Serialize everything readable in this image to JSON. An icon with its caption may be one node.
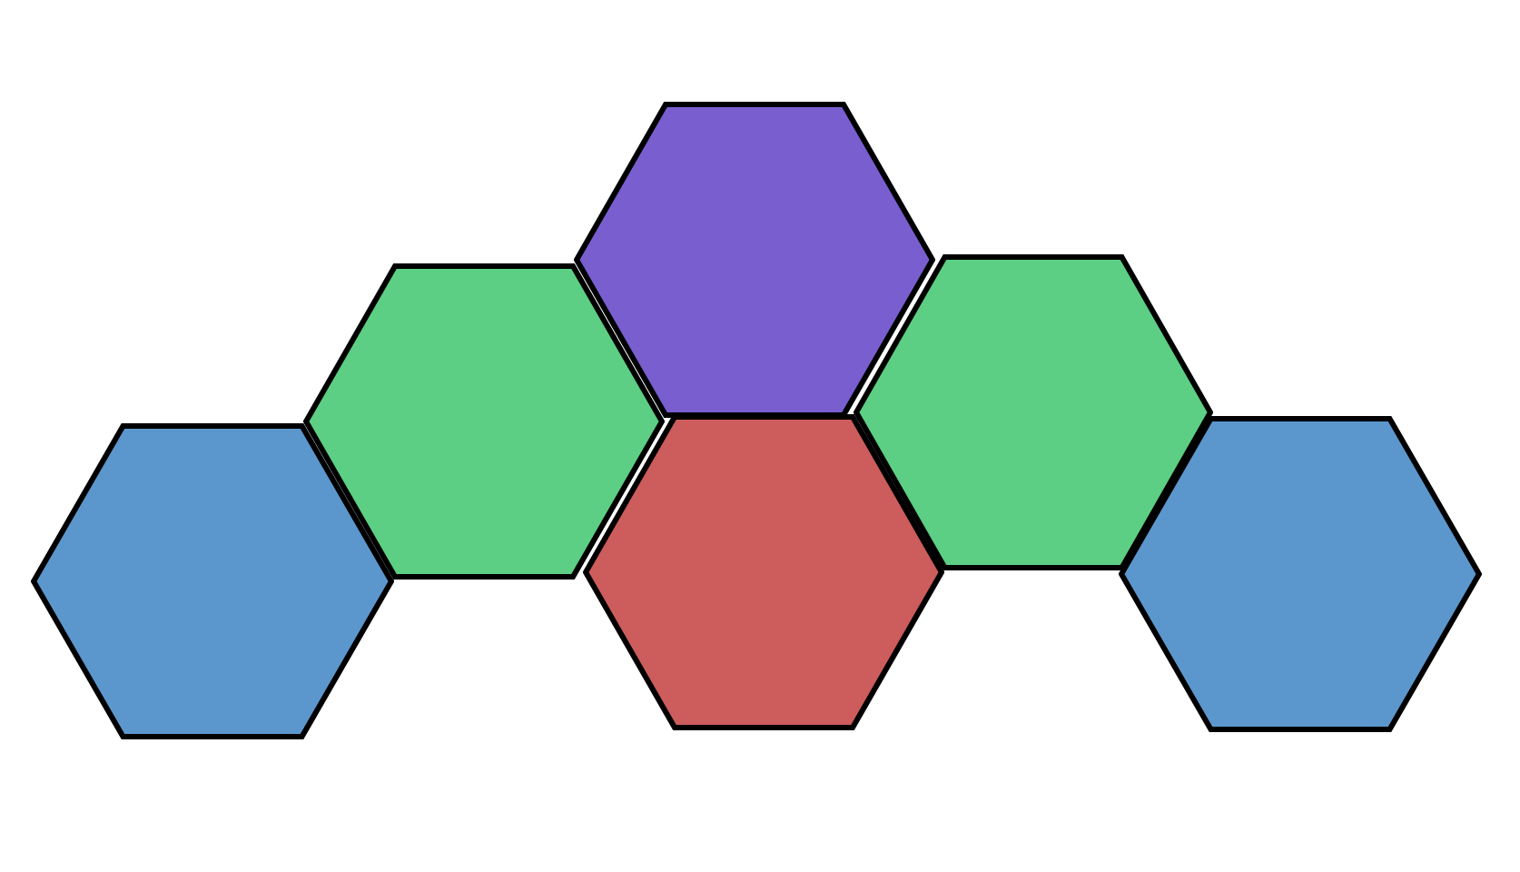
{
  "diagram": {
    "nodes": [
      {
        "text": [],
        "shape": "hexagon"
      },
      {
        "text": [],
        "shape": "hexagon"
      },
      {
        "text": [],
        "shape": "hexagon"
      },
      {
        "text": [],
        "shape": "hexagon"
      },
      {
        "text": [],
        "shape": "hexagon"
      },
      {
        "text": [],
        "shape": "hexagon"
      }
    ]
  }
}
